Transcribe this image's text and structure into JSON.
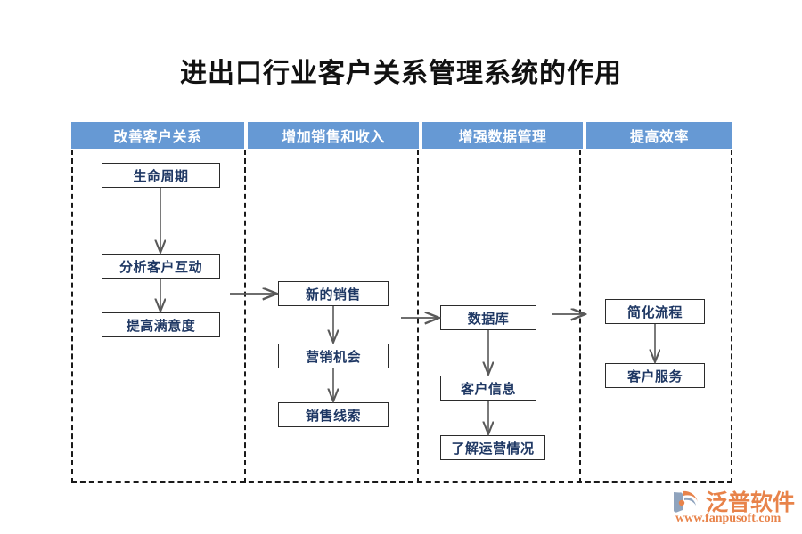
{
  "title": "进出口行业客户关系管理系统的作用",
  "colors": {
    "header_bg": "#6699D4",
    "header_text": "#FFFFFF",
    "box_text": "#1F3864",
    "box_border": "#2B2B2B",
    "arrow": "#595959",
    "divider": "#1A1A1A",
    "logo": "#E8834A"
  },
  "columns": [
    {
      "header": "改善客户关系",
      "nodes": [
        "生命周期",
        "分析客户互动",
        "提高满意度"
      ]
    },
    {
      "header": "增加销售和收入",
      "nodes": [
        "新的销售",
        "营销机会",
        "销售线索"
      ]
    },
    {
      "header": "增强数据管理",
      "nodes": [
        "数据库",
        "客户信息",
        "了解运营情况"
      ]
    },
    {
      "header": "提高效率",
      "nodes": [
        "简化流程",
        "客户服务"
      ]
    }
  ],
  "logo": {
    "name": "泛普软件",
    "url": "www.fanpusoft.com"
  }
}
